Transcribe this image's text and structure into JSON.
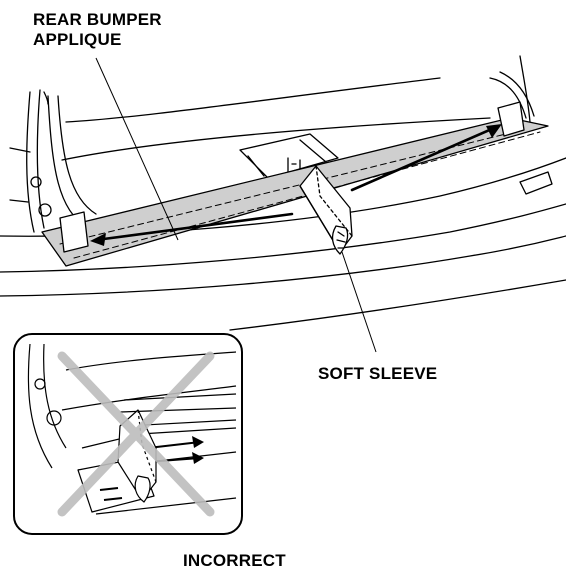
{
  "labels": {
    "rear_bumper_applique_line1": "REAR BUMPER",
    "rear_bumper_applique_line2": "APPLIQUE",
    "soft_sleeve": "SOFT SLEEVE",
    "incorrect": "INCORRECT"
  },
  "colors": {
    "line": "#000000",
    "applique_fill": "#cfcfcf",
    "cross_mark": "#bdbdbd",
    "background": "#ffffff"
  }
}
